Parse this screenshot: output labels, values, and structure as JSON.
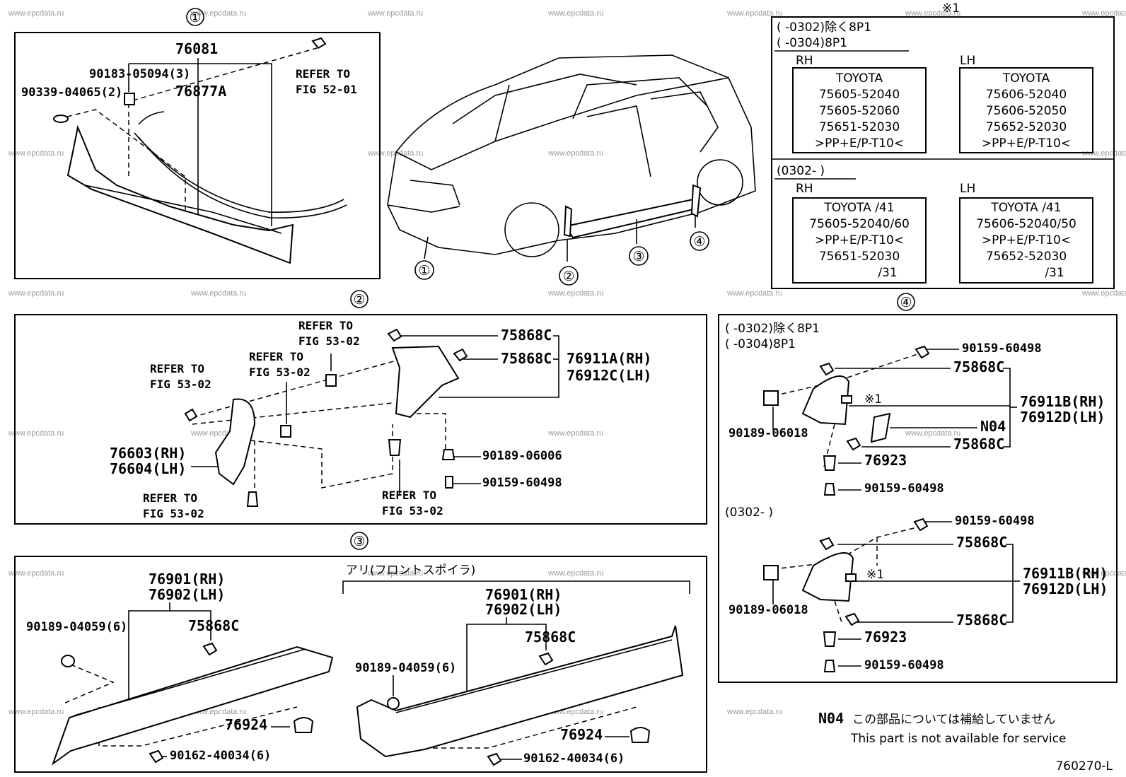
{
  "watermark": "www.epcdata.ru",
  "figure_number": "760270-L",
  "sections": {
    "s1": {
      "marker": "①"
    },
    "s2": {
      "marker": "②"
    },
    "s3": {
      "marker": "③"
    },
    "s4": {
      "marker": "④"
    }
  },
  "car_markers": [
    "①",
    "②",
    "③",
    "④"
  ],
  "panel1": {
    "parts": [
      "76081",
      "76877A",
      "90183-05094(3)",
      "90339-04065(2)"
    ],
    "refer": [
      "REFER TO",
      "FIG 52-01"
    ]
  },
  "table": {
    "note_mark": "※1",
    "cond1": "(      -0302)除く8P1",
    "cond2": "(      -0304)8P1",
    "cond3": "(0302-      )",
    "rh": "RH",
    "lh": "LH",
    "rh1": [
      "TOYOTA",
      "75605-52040",
      "75605-52060",
      "75651-52030",
      ">PP+E/P-T10<"
    ],
    "lh1": [
      "TOYOTA",
      "75606-52040",
      "75606-52050",
      "75652-52030",
      ">PP+E/P-T10<"
    ],
    "rh2": [
      "TOYOTA   /41",
      "75605-52040/60",
      ">PP+E/P-T10<",
      "75651-52030",
      "/31"
    ],
    "lh2": [
      "TOYOTA   /41",
      "75606-52040/50",
      ">PP+E/P-T10<",
      "75652-52030",
      "/31"
    ]
  },
  "panel2": {
    "parts": [
      "75868C",
      "75868C",
      "76911A(RH)",
      "76912C(LH)",
      "76603(RH)",
      "76604(LH)",
      "90189-06006",
      "90159-60498"
    ],
    "refer_to": "REFER TO",
    "fig": "FIG 53-02"
  },
  "panel3": {
    "variant_label": "アリ(フロントスポイラ)",
    "left": [
      "76901(RH)",
      "76902(LH)",
      "75868C",
      "90189-04059(6)",
      "76924",
      "90162-40034(6)"
    ],
    "right": [
      "76901(RH)",
      "76902(LH)",
      "75868C",
      "90189-04059(6)",
      "76924",
      "90162-40034(6)"
    ]
  },
  "panel4": {
    "cond1": "(      -0302)除く8P1",
    "cond2": "(      -0304)8P1",
    "cond3": "(0302-      )",
    "upper": [
      "90159-60498",
      "75868C",
      "76911B(RH)",
      "76912D(LH)",
      "N04",
      "75868C",
      "90189-06018",
      "76923",
      "90159-60498",
      "※1"
    ],
    "lower": [
      "90159-60498",
      "75868C",
      "76911B(RH)",
      "76912D(LH)",
      "90189-06018",
      "75868C",
      "76923",
      "90159-60498",
      "※1"
    ]
  },
  "footnote": {
    "code": "N04",
    "jp": "この部品については補給していません",
    "en": "This part is not available for service"
  }
}
